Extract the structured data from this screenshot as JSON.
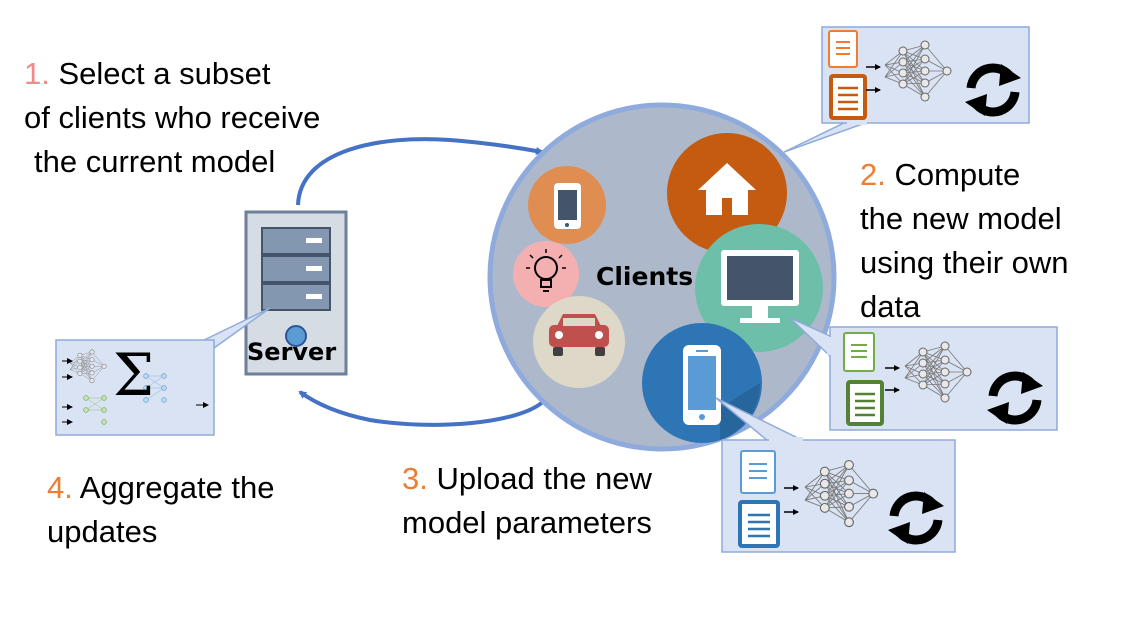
{
  "steps": [
    {
      "number": "1.",
      "lines": [
        "Select a subset",
        "of clients who receive",
        "the current model"
      ]
    },
    {
      "number": "2.",
      "lines": [
        "Compute",
        "the new model",
        "using their own",
        "data"
      ]
    },
    {
      "number": "3.",
      "lines": [
        "Upload the new",
        "model parameters"
      ]
    },
    {
      "number": "4.",
      "lines": [
        "Aggregate the",
        "updates"
      ]
    }
  ],
  "labels": {
    "server": "Server",
    "clients": "Clients",
    "aggregation_symbol": "Σ"
  },
  "colors": {
    "step_number_1": "#f28a8a",
    "step_number_other": "#ed7d31",
    "arrow": "#4472c4",
    "clients_circle": "#adb9ca",
    "callout_fill": "#dae3f3",
    "callout_border": "#8faadc",
    "home_client": "#c55a11",
    "desktop_client": "#6dbfa9",
    "mobile_client": "#2e75b6",
    "phone_client": "#e08d52",
    "bulb_client": "#f4b0b0",
    "car_client": "#ded8c8",
    "doc_orange": "#c55a11",
    "doc_green": "#548235",
    "doc_blue": "#2e75b6"
  },
  "icons": [
    "server-icon",
    "home-icon",
    "desktop-icon",
    "smartphone-icon",
    "lightbulb-icon",
    "car-icon",
    "document-icon",
    "neural-network-icon",
    "sync-icon"
  ]
}
